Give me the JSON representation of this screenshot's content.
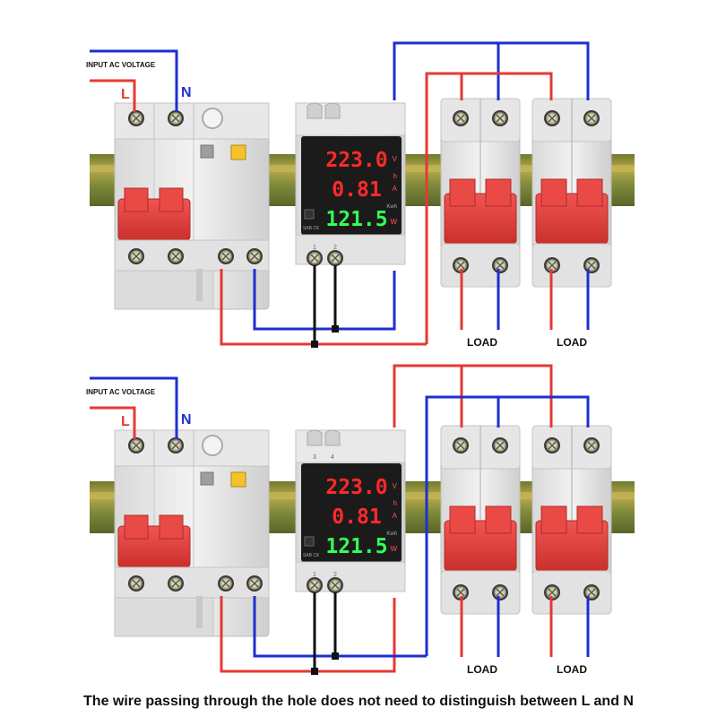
{
  "labels": {
    "input": "INPUT AC VOLTAGE",
    "line": "L",
    "neutral": "N",
    "load": "LOAD"
  },
  "meter": {
    "voltage": "223.0",
    "current": "0.81",
    "power": "121.5",
    "unit_v": "V",
    "unit_a": "A",
    "unit_w": "W",
    "unit_h": "h",
    "unit_kwh": "Kwh",
    "model": "SAB CK",
    "term_top": [
      "3",
      "4"
    ],
    "term_bottom": [
      "1",
      "2"
    ]
  },
  "caption": "The wire passing through the hole does not need to distinguish between L and N",
  "colors": {
    "red_wire": "#e53935",
    "blue_wire": "#1e2fcf",
    "red_display": "#ff2a2a",
    "green_display": "#33ff55",
    "breaker_red": "#e8423f",
    "rail": "#8c8a3a"
  }
}
